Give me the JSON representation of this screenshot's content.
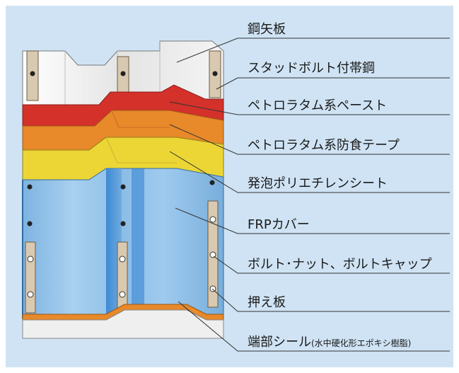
{
  "labels": {
    "steel_sheet_pile": "鋼矢板",
    "stud_bolt_band": "スタッドボルト付帯鋼",
    "petrolatum_paste": "ペトロラタム系ペースト",
    "petrolatum_tape": "ペトロラタム系防食テープ",
    "foam_poly_sheet": "発泡ポリエチレンシート",
    "frp_cover": "FRPカバー",
    "bolt_nut_cap": "ボルト･ナット、ボルトキャップ",
    "press_plate": "押え板",
    "end_seal": "端部シール",
    "end_seal_note": "(水中硬化形エポキシ樹脂)"
  },
  "colors": {
    "background": "#cfe3f4",
    "steel": "#e9e9e9",
    "paste": "#d3312a",
    "tape": "#e8892a",
    "foam": "#ecd636",
    "frp": "#8fc0e8",
    "plate": "#d8c9b0",
    "seal": "#e8892a"
  }
}
